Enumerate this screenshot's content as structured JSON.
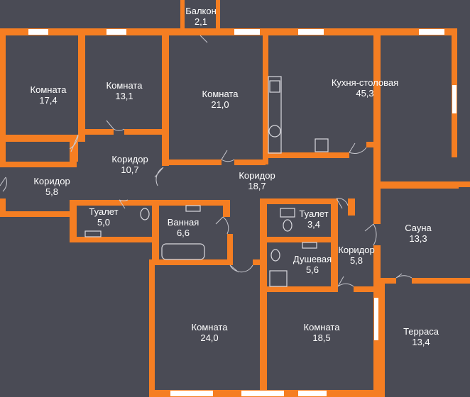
{
  "colors": {
    "background": "#4a4b55",
    "room_fill": "#4a4b55",
    "wall": "#f57e22",
    "window": "#ffffff",
    "text": "#ffffff",
    "fixture": "#d9d9de"
  },
  "rooms": [
    {
      "id": "balcony",
      "name": "Балкон",
      "area": "2,1"
    },
    {
      "id": "room-a",
      "name": "Комната",
      "area": "17,4"
    },
    {
      "id": "room-b",
      "name": "Комната",
      "area": "13,1"
    },
    {
      "id": "room-c",
      "name": "Комната",
      "area": "21,0"
    },
    {
      "id": "kitchen",
      "name": "Кухня-столовая",
      "area": "45,3"
    },
    {
      "id": "corridor-a",
      "name": "Коридор",
      "area": "10,7"
    },
    {
      "id": "corridor-b",
      "name": "Коридор",
      "area": "5,8"
    },
    {
      "id": "corridor-c",
      "name": "Коридор",
      "area": "18,7"
    },
    {
      "id": "toilet-a",
      "name": "Туалет",
      "area": "5,0"
    },
    {
      "id": "bathroom",
      "name": "Ванная",
      "area": "6,6"
    },
    {
      "id": "toilet-b",
      "name": "Туалет",
      "area": "3,4"
    },
    {
      "id": "shower",
      "name": "Душевая",
      "area": "5,6"
    },
    {
      "id": "corridor-d",
      "name": "Коридор",
      "area": "5,8"
    },
    {
      "id": "sauna",
      "name": "Сауна",
      "area": "13,3"
    },
    {
      "id": "room-d",
      "name": "Комната",
      "area": "24,0"
    },
    {
      "id": "room-e",
      "name": "Комната",
      "area": "18,5"
    },
    {
      "id": "terrace",
      "name": "Терраса",
      "area": "13,4"
    }
  ]
}
